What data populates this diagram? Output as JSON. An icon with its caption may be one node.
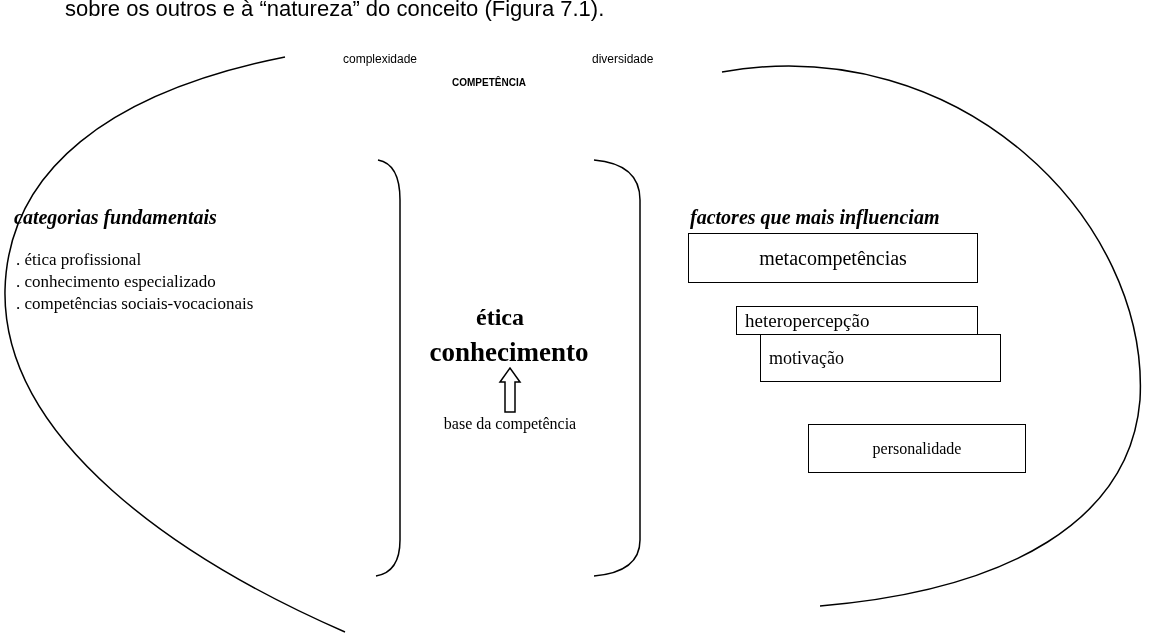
{
  "diagram": {
    "nodes": [
      {
        "text": [
          "ética"
        ]
      },
      {
        "text": [
          "conhecimento"
        ]
      },
      {
        "text": [
          "base da competência"
        ]
      },
      {
        "text": [
          "metacompetências"
        ],
        "beside": [
          "factores que mais influenciam"
        ]
      },
      {
        "text": [
          "heteropercepção"
        ]
      },
      {
        "text": [
          "motivação"
        ]
      },
      {
        "text": [
          "personalidade"
        ]
      }
    ],
    "edges": [
      {
        "from": 2,
        "to": 1,
        "arrow": "to",
        "style": "thick"
      }
    ],
    "labels": [
      "sobre os outros e à “natureza” do conceito (Figura 7.1).",
      "complexidade",
      "diversidade",
      "COMPETÊNCIA",
      "categorias fundamentais",
      ". ética profissional",
      ". conhecimento especializado",
      ". competências sociais-vocacionais"
    ]
  }
}
